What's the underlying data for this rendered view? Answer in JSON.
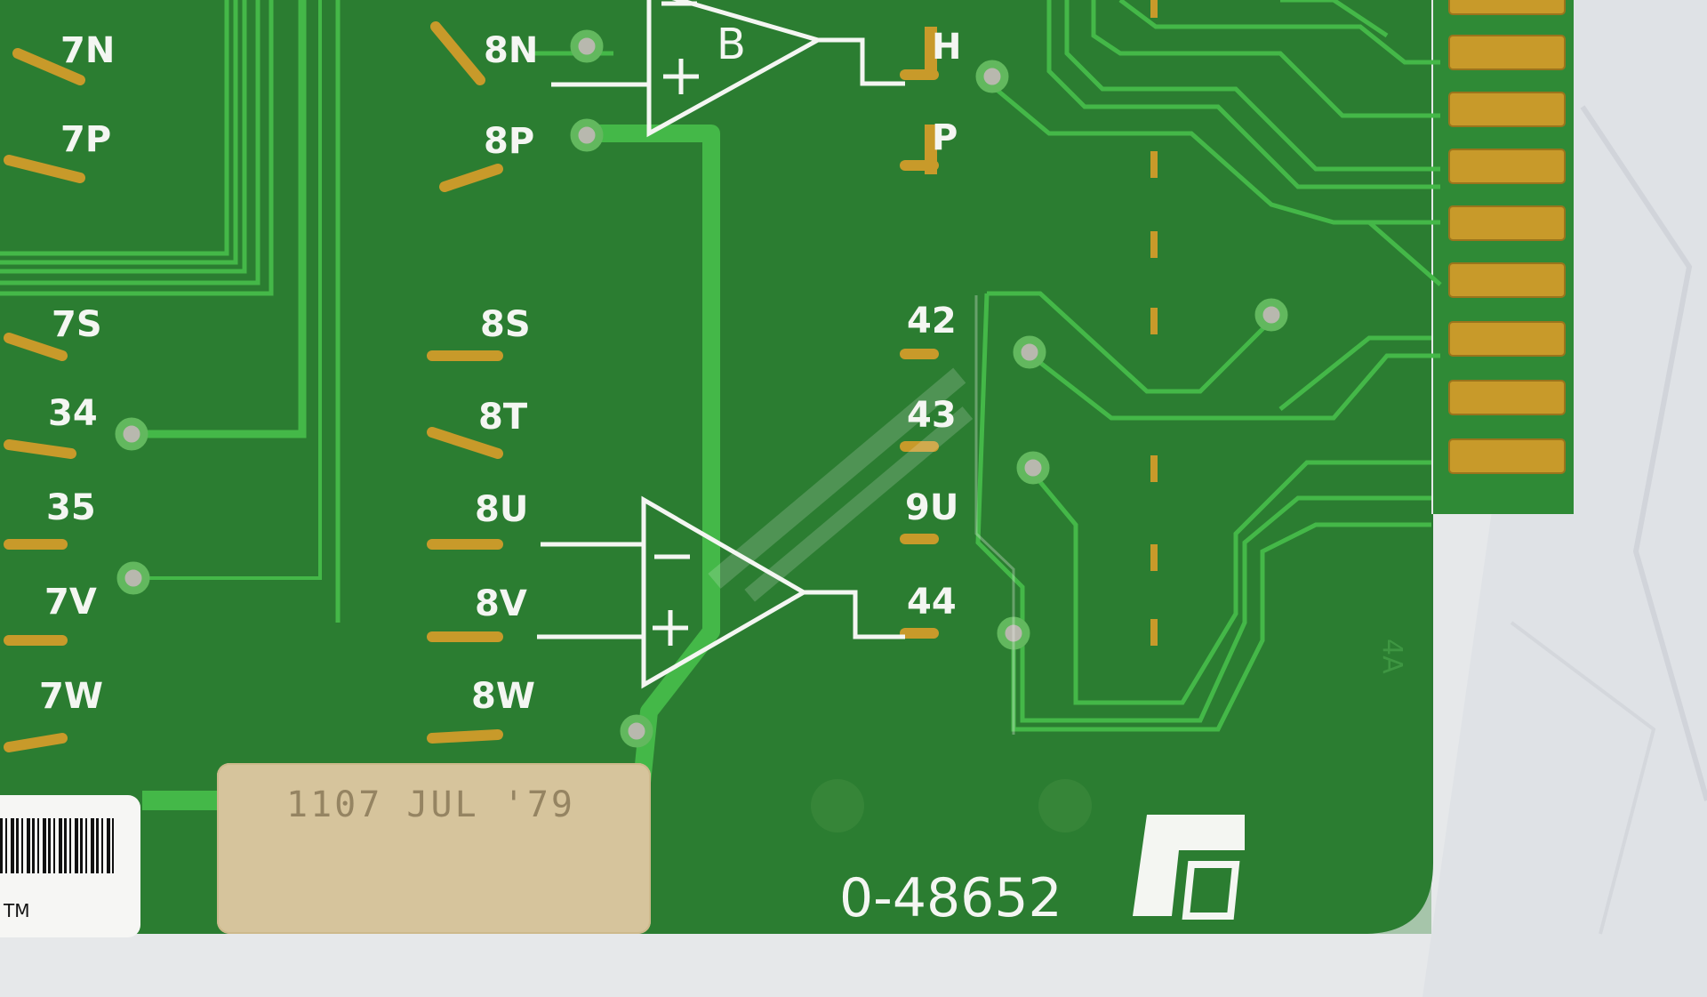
{
  "board": {
    "part_number": "0-48652",
    "date_stamp": "1107 JUL '79",
    "barcode_text": "TM",
    "edge_marking": "4A",
    "opamp_label": "B"
  },
  "pin_labels": {
    "n7": "7N",
    "p7": "7P",
    "s7": "7S",
    "l34": "34",
    "l35": "35",
    "v7": "7V",
    "w7": "7W",
    "n8": "8N",
    "p8": "8P",
    "s8": "8S",
    "t8": "8T",
    "u8": "8U",
    "v8": "8V",
    "w8": "8W",
    "h": "H",
    "p_right": "P",
    "l42": "42",
    "l43": "43",
    "u9": "9U",
    "l44": "44"
  },
  "colors": {
    "board_green": "#2a7a30",
    "trace_green": "#44b848",
    "gold": "#c89a2a",
    "silkscreen": "#f4f6f2",
    "bag": "#e8eaec"
  }
}
